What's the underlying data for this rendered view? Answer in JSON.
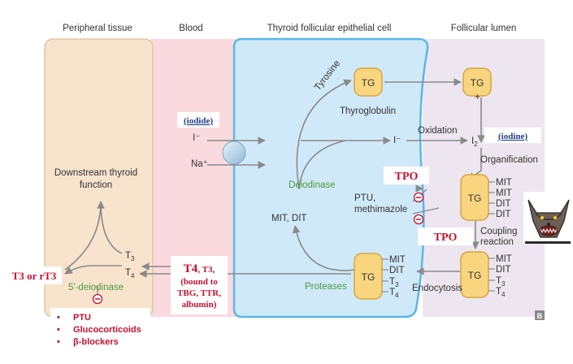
{
  "headers": {
    "peripheral": "Peripheral tissue",
    "blood": "Blood",
    "cell": "Thyroid follicular epithelial cell",
    "lumen": "Follicular lumen"
  },
  "labels": {
    "tg": "TG",
    "tyrosine": "Tyrosine",
    "thyroglobulin": "Thyroglobulin",
    "iodide_ion": "I⁻",
    "sodium_ion": "Na⁺",
    "iodide_note": "(iodide)",
    "oxidation": "Oxidation",
    "iodine_i": "I",
    "iodine_sub": "2",
    "iodine_note": "(iodine)",
    "plus": "+",
    "organification": "Organification",
    "coupling_1": "Coupling",
    "coupling_2": "reaction",
    "deiodinase": "Deiodinase",
    "mit_dit": "MIT, DIT",
    "ptu_1": "PTU,",
    "ptu_2": "methimazole",
    "tpo": "TPO",
    "proteases": "Proteases",
    "endocytosis": "Endocytosis",
    "downstream_1": "Downstream thyroid",
    "downstream_2": "function",
    "five_deiodinase": "5'-deiodinase",
    "t3_or_rt3": "T3 or rT3",
    "t4_bold": "T4",
    "t4_rest": ", T3,",
    "bound_1": "(bound to",
    "bound_2": "TBG, TTR,",
    "bound_3": "albumin)",
    "mit": "MIT",
    "dit": "DIT",
    "t": "T",
    "sub3": "3",
    "sub4": "4",
    "minus": "−",
    "corner_logo": "B"
  },
  "inhibitors": [
    "PTU",
    "Glucocorticoids",
    "β-blockers"
  ],
  "colors": {
    "peripheral_fill": "#f8e3cd",
    "blood_fill": "#fadadf",
    "cell_fill": "#cfe9f9",
    "cell_border": "#5bb7e3",
    "lumen_fill": "#ede6f0",
    "tg_fill": "#f9d580",
    "tg_border": "#d9a441",
    "label_red": "#c8102e",
    "label_blue": "#1f3e8a",
    "enzyme_green": "#4e9a3c",
    "arrow_gray": "#8a8a8a"
  },
  "icons": [
    "wolf-face-icon",
    "pump-ion-channel-icon",
    "inhibition-minus-icon",
    "corner-logo-icon"
  ]
}
